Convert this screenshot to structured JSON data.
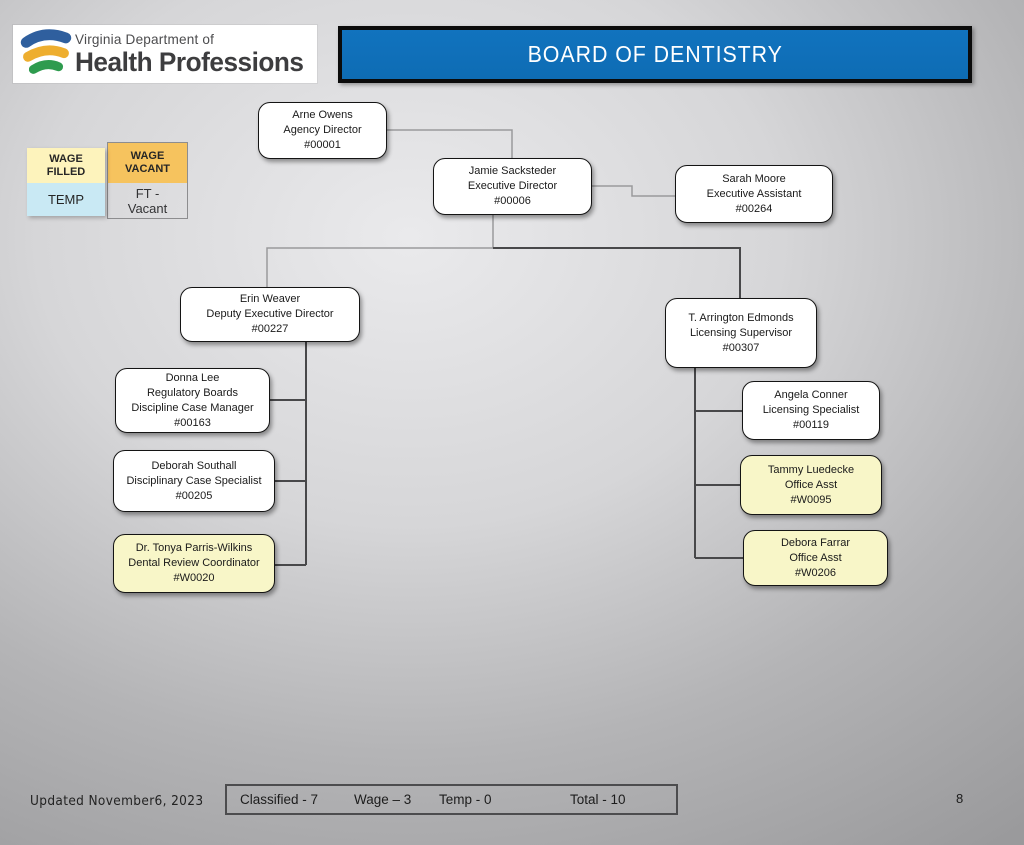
{
  "colors": {
    "banner-blue": "#1173BE",
    "node-white": "#FFFFFF",
    "node-yellow": "#F8F6C8",
    "legend-yellow": "#FDF3BC",
    "legend-orange": "#F6C35E",
    "legend-cyan": "#C9E9F4"
  },
  "logo": {
    "icon": "dhp-shield-icon",
    "line1": "Virginia Department of",
    "line2": "Health Professions"
  },
  "banner": {
    "title": "BOARD OF DENTISTRY"
  },
  "legend": {
    "wage_filled": "WAGE\nFILLED",
    "temp": "TEMP",
    "wage_vacant": "WAGE\nVACANT",
    "ft_vacant": "FT -\nVacant"
  },
  "nodes": {
    "arne": {
      "name": "Arne Owens",
      "title": "Agency Director",
      "num": "#00001"
    },
    "jamie": {
      "name": "Jamie Sacksteder",
      "title": "Executive Director",
      "num": "#00006"
    },
    "sarah": {
      "name": "Sarah Moore",
      "title": "Executive Assistant",
      "num": "#00264"
    },
    "erin": {
      "name": "Erin Weaver",
      "title": "Deputy Executive Director",
      "num": "#00227"
    },
    "edmonds": {
      "name": "T. Arrington Edmonds",
      "title": "Licensing Supervisor",
      "num": "#00307"
    },
    "donna": {
      "name": "Donna Lee",
      "title": "Regulatory Boards\nDiscipline Case Manager",
      "num": "#00163"
    },
    "deborah": {
      "name": "Deborah Southall",
      "title": "Disciplinary Case Specialist",
      "num": "#00205"
    },
    "tonya": {
      "name": "Dr. Tonya Parris-Wilkins",
      "title": "Dental Review Coordinator",
      "num": "#W0020"
    },
    "angela": {
      "name": "Angela Conner",
      "title": "Licensing Specialist",
      "num": "#00119"
    },
    "tammy": {
      "name": "Tammy Luedecke",
      "title": "Office Asst",
      "num": "#W0095"
    },
    "debora": {
      "name": "Debora Farrar",
      "title": "Office Asst",
      "num": "#W0206"
    }
  },
  "footer": {
    "updated": "Updated November6, 2023",
    "stats": [
      "Classified - 7",
      "Wage – 3",
      "Temp - 0",
      "Total - 10"
    ],
    "page": "8"
  }
}
